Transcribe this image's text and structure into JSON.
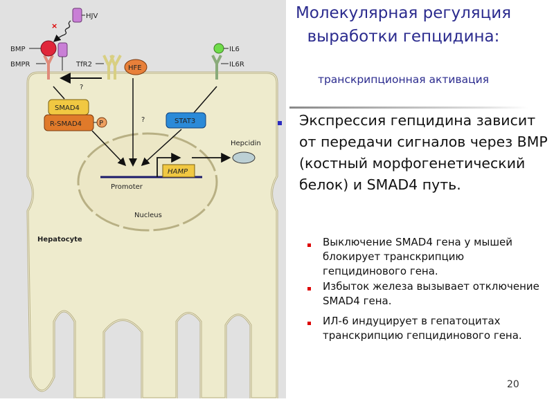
{
  "slide": {
    "title": "Молекулярная регуляция выработки гепцидина:",
    "subtitle": "транскрипционная активация",
    "main_bullet": "Экспрессия гепцидина зависит от передачи сигналов через BMP (костный морфогенетический белок) и SMAD4 путь.",
    "sub_bullets": [
      "Выключение SMAD4 гена у мышей блокирует транскрипцию гепцидинового гена.",
      "Избыток железа вызывает отключение SMAD4 гена.",
      "ИЛ-6 индуцирует в гепатоцитах транскрипцию гепцидинового гена."
    ],
    "page_number": "20"
  },
  "diagram": {
    "labels": {
      "hjv": "HJV",
      "bmp": "BMP",
      "bmpr": "BMPR",
      "tfr2": "TfR2",
      "hfe": "HFE",
      "il6": "IL6",
      "il6r": "IL6R",
      "smad4": "SMAD4",
      "rsmad4": "R-SMAD4",
      "p": "P",
      "stat3": "STAT3",
      "q1": "?",
      "q2": "?",
      "hepcidin": "Hepcidin",
      "hamp": "HAMP",
      "promoter": "Promoter",
      "nucleus": "Nucleus",
      "hepatocyte": "Hepatocyte"
    }
  },
  "colors": {
    "title": "#2b2b8e",
    "main_bullet": "#2b2bbf",
    "sub_bullet": "#dd0000",
    "figure_bg": "#e1e1e1"
  }
}
